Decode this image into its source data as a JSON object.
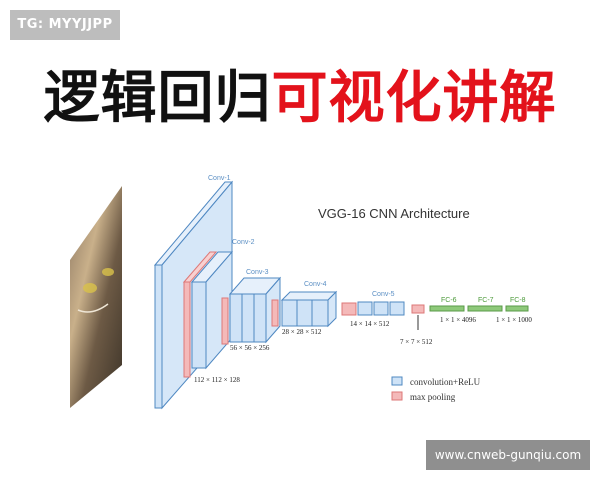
{
  "badge": {
    "text": "TG: MYYJJPP"
  },
  "headline": {
    "part1": "逻辑回归",
    "part2": "可视化讲解"
  },
  "diagram": {
    "title": "VGG-16 CNN Architecture",
    "stage_labels": [
      "Conv-1",
      "Conv-2",
      "Conv-3",
      "Conv-4",
      "Conv-5",
      "FC-6",
      "FC-7",
      "FC-8"
    ],
    "dim_labels": [
      "112 × 112 × 128",
      "56 × 56 × 256",
      "28 × 28 × 512",
      "14 × 14 × 512",
      "7 × 7 × 512",
      "1 × 1 × 4096",
      "1 × 1 × 1000"
    ],
    "legend": {
      "conv": "convolution+ReLU",
      "pool": "max pooling"
    },
    "colors": {
      "conv_fill": "#cfe3f7",
      "conv_stroke": "#4f88c2",
      "pool_fill": "#f4b9b9",
      "fc_fill": "#8ec97a"
    }
  },
  "footer": {
    "url": "www.cnweb-gunqiu.com"
  }
}
